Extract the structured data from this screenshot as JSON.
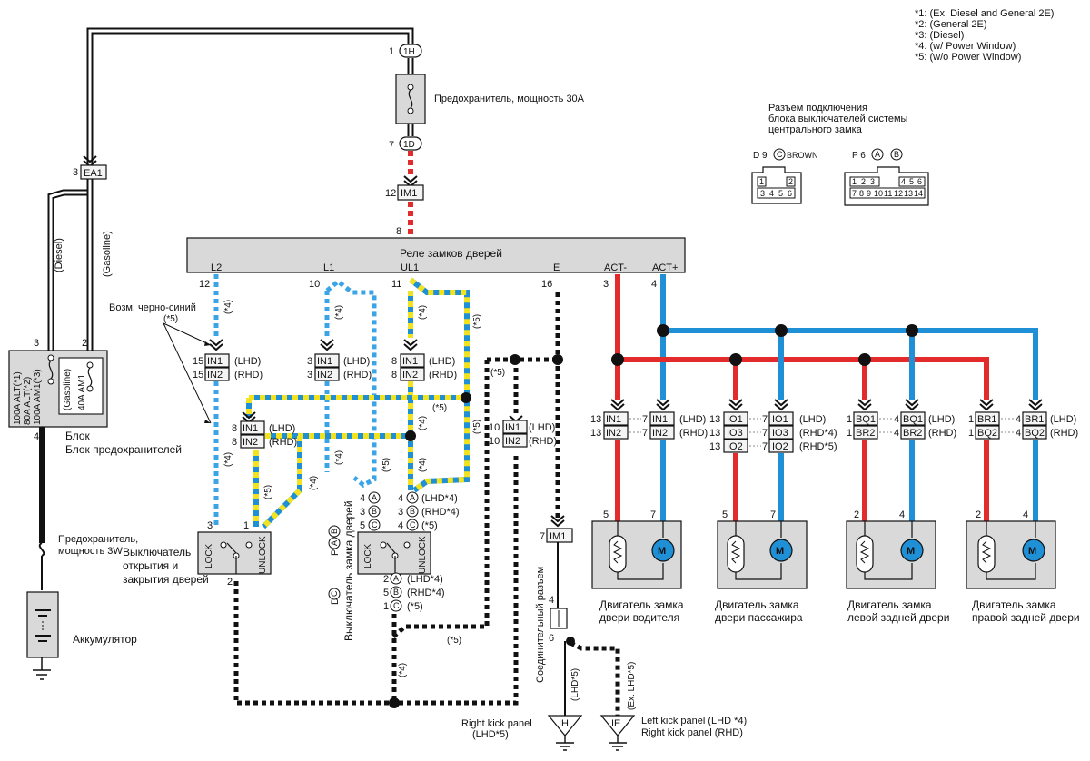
{
  "notes": [
    "*1:  (Ex.  Diesel and General 2E)",
    "*2:  (General 2E)",
    "*3:  (Diesel)",
    "*4:  (w/  Power Window)",
    "*5:  (w/o  Power Window)"
  ],
  "connector_caption": [
    "Разъем подключения",
    "блока выключателей системы",
    "центрального замка"
  ],
  "connector_d9": {
    "label": "D 9",
    "circle": "C",
    "color": "BROWN",
    "top": [
      "1",
      "2"
    ],
    "bottom": [
      "3",
      "4",
      "5",
      "6"
    ]
  },
  "connector_p6": {
    "label": "P 6",
    "circles": [
      "A",
      "B"
    ],
    "top": [
      "1",
      "2",
      "3",
      "4",
      "5",
      "6"
    ],
    "bottom": [
      "7",
      "8",
      "9",
      "10",
      "11",
      "12",
      "13",
      "14"
    ]
  },
  "fuse30": {
    "label": "Предохранитель,  мощность 30A",
    "pin_top": "1",
    "conn_top": "1H",
    "pin_bottom": "7",
    "conn_bottom": "1D"
  },
  "ea1": {
    "pin": "3",
    "label": "EA1"
  },
  "im1_top": {
    "pin": "12",
    "label": "IM1"
  },
  "relay": {
    "title": "Реле замков дверей",
    "in_pin": "8",
    "terminals": [
      {
        "name": "L2",
        "pin": "12"
      },
      {
        "name": "L1",
        "pin": "10"
      },
      {
        "name": "UL1",
        "pin": "11"
      },
      {
        "name": "E",
        "pin": "16"
      },
      {
        "name": "ACT-",
        "pin": "3"
      },
      {
        "name": "ACT+",
        "pin": "4"
      }
    ]
  },
  "wire_labels": {
    "diesel": "(Diesel)",
    "gasoline": "(Gasoline)"
  },
  "fuse_block": {
    "label": "Блок предохранителей",
    "pin_left_top": "3",
    "pin_right_top": "2",
    "pin_bottom": "4",
    "alt_lines": [
      "100A  ALT(*1)",
      "80A  ALT(*2)",
      "100A  AM1(*3)"
    ],
    "gas_label": "(Gasoline)",
    "am1": "40A  AM1"
  },
  "fuse3w": {
    "label_line1": "Предохранитель,",
    "label_line2": "мощность 3W"
  },
  "battery": {
    "label": "Аккумулятор"
  },
  "note_wire": {
    "label": "Возм. черно-синий",
    "mark": "(*5)"
  },
  "rows_left": [
    {
      "pin": "15",
      "id": "IN1",
      "side": "(LHD)"
    },
    {
      "pin": "15",
      "id": "IN2",
      "side": "(RHD)"
    }
  ],
  "rows_l1": [
    {
      "pin": "3",
      "id": "IN1",
      "side": "(LHD)"
    },
    {
      "pin": "3",
      "id": "IN2",
      "side": "(RHD)"
    }
  ],
  "rows_ul1": [
    {
      "pin": "8",
      "id": "IN1",
      "side": "(LHD)"
    },
    {
      "pin": "8",
      "id": "IN2",
      "side": "(RHD)"
    }
  ],
  "rows_mid": [
    {
      "pin": "8",
      "id": "IN1",
      "side": "(LHD)"
    },
    {
      "pin": "8",
      "id": "IN2",
      "side": "(RHD)"
    }
  ],
  "rows_e": [
    {
      "pin": "10",
      "id": "IN1",
      "side": "(LHD)"
    },
    {
      "pin": "10",
      "id": "IN2",
      "side": "(RHD)"
    }
  ],
  "star_marks": {
    "s4": "(*4)",
    "s5": "(*5)"
  },
  "door_switch": {
    "label_line1": "Выключатель",
    "label_line2": "открытия и",
    "label_line3": "закрытия дверей",
    "lock": "LOCK",
    "unlock": "UNLOCK",
    "pin_left": "3",
    "pin_right": "1",
    "pin_bottom": "2"
  },
  "key_switch": {
    "vertical_label": "Выключатель замка дверей",
    "conn_d9": "D 9",
    "conn_d9c": "C",
    "conn_p6": "P 6",
    "conn_p6a": "A",
    "conn_p6b": "B",
    "lock": "LOCK",
    "unlock": "UNLOCK",
    "top_left": [
      {
        "pin": "4",
        "c": "A"
      },
      {
        "pin": "3",
        "c": "B"
      },
      {
        "pin": "5",
        "c": "C"
      }
    ],
    "top_right": [
      {
        "pin": "4",
        "c": "A",
        "side": "(LHD*4)"
      },
      {
        "pin": "3",
        "c": "B",
        "side": "(RHD*4)"
      },
      {
        "pin": "4",
        "c": "C",
        "side": "(*5)"
      }
    ],
    "bottom": [
      {
        "pin": "2",
        "c": "A",
        "side": "(LHD*4)"
      },
      {
        "pin": "5",
        "c": "B",
        "side": "(RHD*4)"
      },
      {
        "pin": "1",
        "c": "C",
        "side": "(*5)"
      }
    ]
  },
  "im1_bottom": {
    "pin": "7",
    "label": "IM1"
  },
  "junction": {
    "label": "Соединительный разъем",
    "pin_top": "4",
    "pin_bottom": "6",
    "mark_left": "(LHD*5)",
    "mark_right": "(Ex. LHD*5)"
  },
  "grounds": [
    {
      "id": "IH",
      "line1": "Right kick panel",
      "line2": "(LHD*5)"
    },
    {
      "id": "IE",
      "line1": "Left kick panel  (LHD *4)",
      "line2": "Right kick panel  (RHD)"
    }
  ],
  "motors": [
    {
      "rows": [
        {
          "l": "13",
          "a": "IN1",
          "r": "7",
          "b": "IN1",
          "side": "(LHD)"
        },
        {
          "l": "13",
          "a": "IN2",
          "r": "7",
          "b": "IN2",
          "side": "(RHD)"
        }
      ],
      "pins": [
        "5",
        "7"
      ],
      "name1": "Двигатель замка",
      "name2": "двери водителя"
    },
    {
      "rows": [
        {
          "l": "13",
          "a": "IO1",
          "r": "7",
          "b": "IO1",
          "side": "(LHD)"
        },
        {
          "l": "13",
          "a": "IO3",
          "r": "7",
          "b": "IO3",
          "side": "(RHD*4)"
        },
        {
          "l": "13",
          "a": "IO2",
          "r": "7",
          "b": "IO2",
          "side": "(RHD*5)"
        }
      ],
      "pins": [
        "5",
        "7"
      ],
      "name1": "Двигатель замка",
      "name2": "двери пассажира"
    },
    {
      "rows": [
        {
          "l": "1",
          "a": "BQ1",
          "r": "4",
          "b": "BQ1",
          "side": "(LHD)"
        },
        {
          "l": "1",
          "a": "BR2",
          "r": "4",
          "b": "BR2",
          "side": "(RHD)"
        }
      ],
      "pins": [
        "2",
        "4"
      ],
      "name1": "Двигатель замка",
      "name2": "левой задней двери"
    },
    {
      "rows": [
        {
          "l": "1",
          "a": "BR1",
          "r": "4",
          "b": "BR1",
          "side": "(LHD)"
        },
        {
          "l": "1",
          "a": "BQ2",
          "r": "4",
          "b": "BQ2",
          "side": "(RHD)"
        }
      ],
      "pins": [
        "2",
        "4"
      ],
      "name1": "Двигатель замка",
      "name2": "правой задней двери"
    }
  ],
  "motor_symbol": "M",
  "colors": {
    "red": "#e32b2b",
    "blue": "#1f8fd6",
    "yellow": "#f2e21f",
    "black": "#111111",
    "lightblue": "#3aa4e6",
    "box_gray": "#d9d9d9"
  }
}
